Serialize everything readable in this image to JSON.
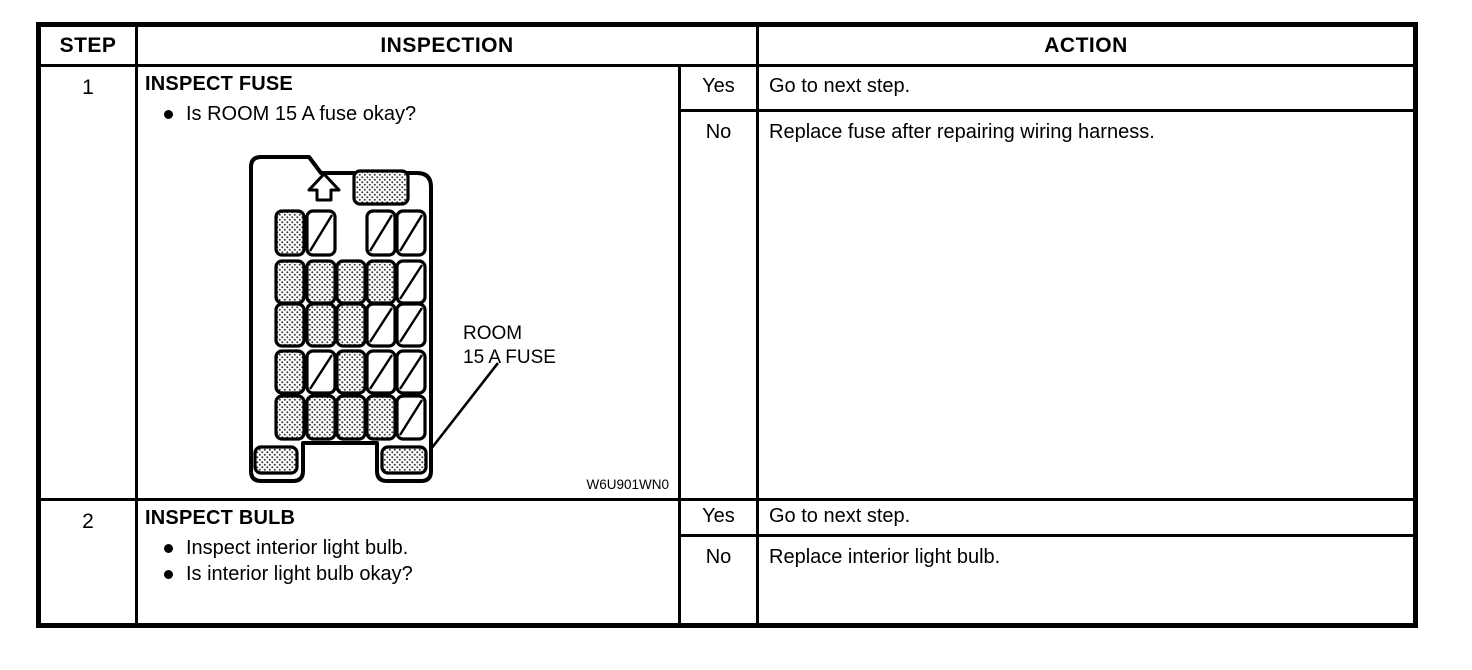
{
  "colors": {
    "ink": "#000000",
    "paper": "#ffffff"
  },
  "header": {
    "step": "STEP",
    "inspection": "INSPECTION",
    "action": "ACTION"
  },
  "rows": [
    {
      "step": "1",
      "title": "INSPECT FUSE",
      "bullets": [
        "Is ROOM 15 A fuse okay?"
      ],
      "yes": {
        "label": "Yes",
        "action": "Go to next step."
      },
      "no": {
        "label": "No",
        "action": "Replace fuse after repairing wiring harness."
      },
      "figure": {
        "label_line1": "ROOM",
        "label_line2": "15 A FUSE",
        "figure_code": "W6U901WN0",
        "top_fuse": "hatched",
        "bottom_left_fuse": "hatched",
        "bottom_right_fuse": "hatched",
        "grid": [
          [
            "hatched",
            "diagonal",
            null,
            "diagonal",
            "diagonal"
          ],
          [
            "hatched",
            "hatched",
            "hatched",
            "hatched",
            "diagonal"
          ],
          [
            "hatched",
            "hatched",
            "hatched",
            "diagonal",
            "diagonal"
          ],
          [
            "hatched",
            "diagonal",
            "hatched",
            "diagonal",
            "diagonal"
          ],
          [
            "hatched",
            "hatched",
            "hatched",
            "hatched",
            "diagonal"
          ]
        ]
      }
    },
    {
      "step": "2",
      "title": "INSPECT BULB",
      "bullets": [
        "Inspect interior light bulb.",
        "Is interior light bulb okay?"
      ],
      "yes": {
        "label": "Yes",
        "action": "Go to next step."
      },
      "no": {
        "label": "No",
        "action": "Replace interior light bulb."
      }
    }
  ]
}
